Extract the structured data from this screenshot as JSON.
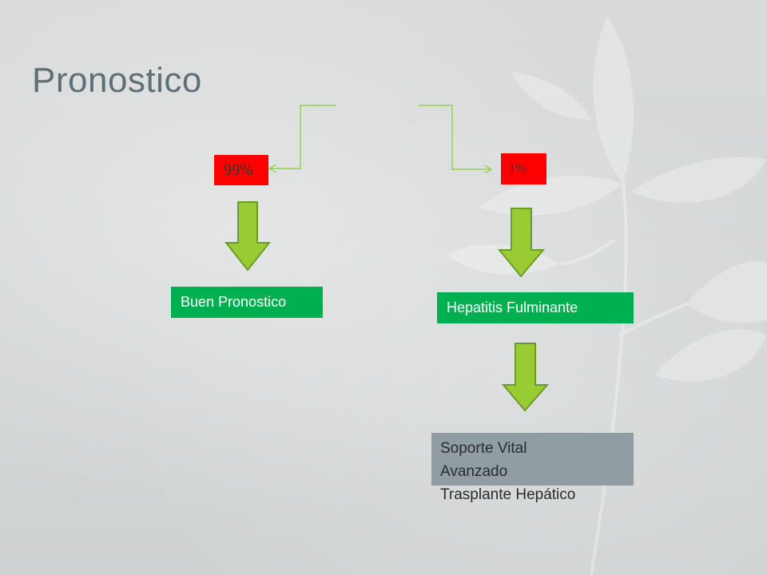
{
  "title": "Pronostico",
  "nodes": {
    "pct_left": "99%",
    "pct_right": "1%",
    "good": "Buen Pronostico",
    "fulminant": "Hepatitis Fulminante",
    "support_lines": [
      "Soporte Vital",
      "Avanzado",
      "Trasplante Hepático"
    ]
  },
  "colors": {
    "title": "#5f6f78",
    "percent_box": "#ff0000",
    "outcome_box": "#00b050",
    "support_box": "#909ea4",
    "arrow_fill": "#99cc33",
    "arrow_stroke": "#6d9a2a",
    "connector": "#92d050"
  }
}
